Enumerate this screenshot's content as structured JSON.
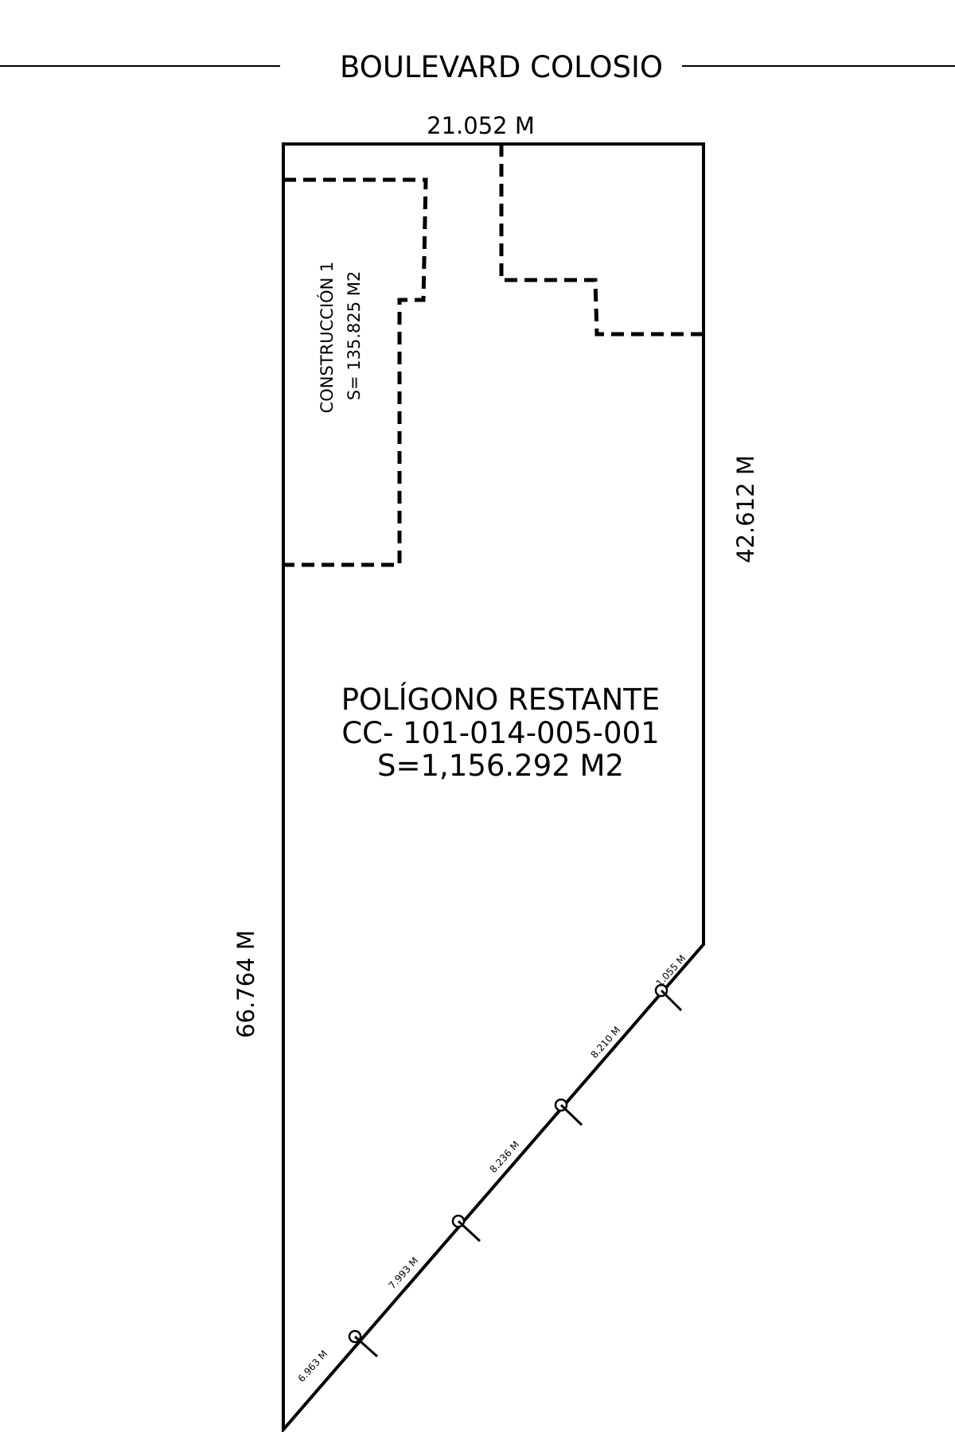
{
  "street": {
    "name": "BOULEVARD COLOSIO"
  },
  "dimensions": {
    "top": "21.052 M",
    "right": "42.612 M",
    "left": "66.764 M"
  },
  "construction": {
    "name": "CONSTRUCCIÓN 1",
    "area": "S= 135.825 M2"
  },
  "remaining": {
    "title": "POLÍGONO RESTANTE",
    "cadastral": "CC- 101-014-005-001",
    "area": "S=1,156.292 M2"
  },
  "diagonal_segments": [
    "6.963 M",
    "7.993 M",
    "8.236 M",
    "8.210 M",
    "1.055 M"
  ],
  "colors": {
    "line": "#000000",
    "background": "#ffffff"
  }
}
